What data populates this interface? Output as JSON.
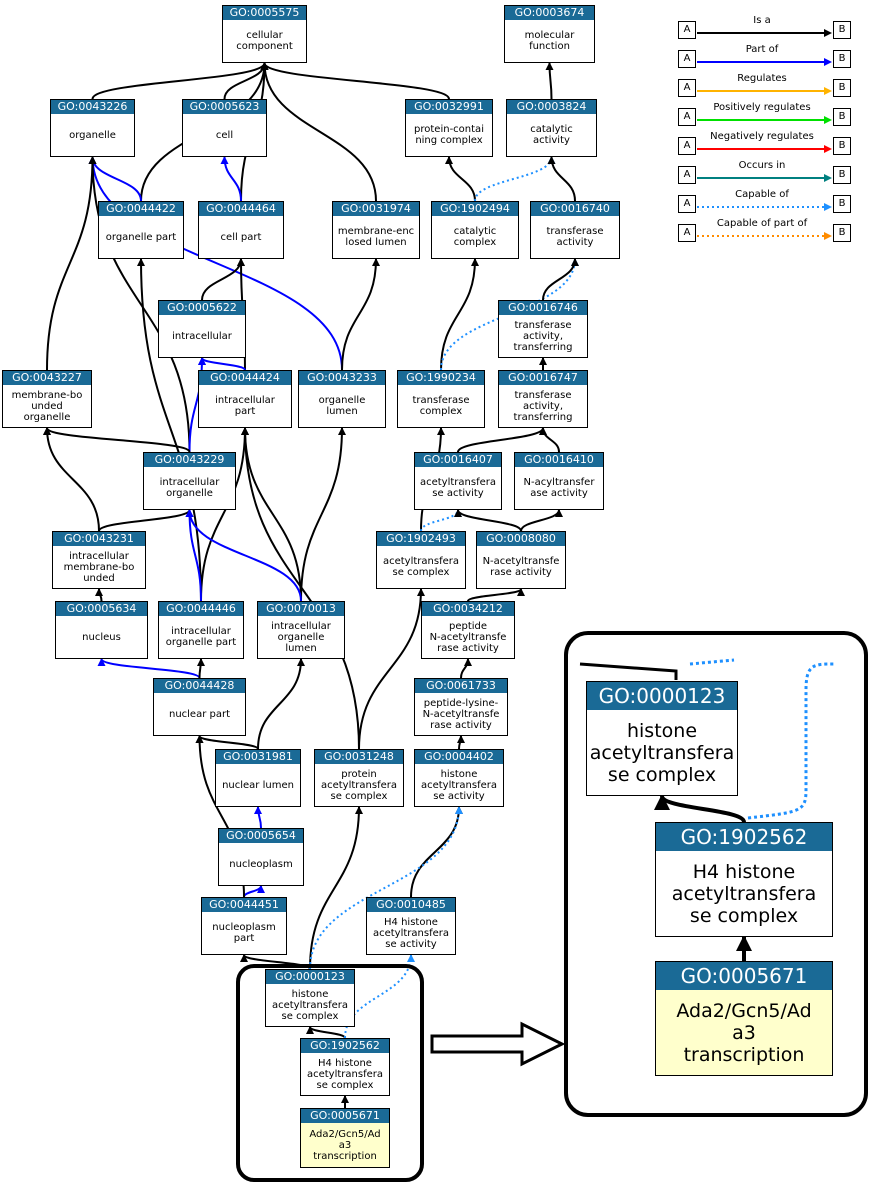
{
  "nodes": [
    {
      "key": "n5575",
      "id": "GO:0005575",
      "label": "cellular\ncomponent"
    },
    {
      "key": "n3674",
      "id": "GO:0003674",
      "label": "molecular\nfunction"
    },
    {
      "key": "n43226",
      "id": "GO:0043226",
      "label": "organelle"
    },
    {
      "key": "n5623",
      "id": "GO:0005623",
      "label": "cell"
    },
    {
      "key": "n32991",
      "id": "GO:0032991",
      "label": "protein-contai\nning complex"
    },
    {
      "key": "n3824",
      "id": "GO:0003824",
      "label": "catalytic\nactivity"
    },
    {
      "key": "n44422",
      "id": "GO:0044422",
      "label": "organelle part"
    },
    {
      "key": "n44464",
      "id": "GO:0044464",
      "label": "cell part"
    },
    {
      "key": "n31974",
      "id": "GO:0031974",
      "label": "membrane-enc\nlosed lumen"
    },
    {
      "key": "n1902494",
      "id": "GO:1902494",
      "label": "catalytic\ncomplex"
    },
    {
      "key": "n16740",
      "id": "GO:0016740",
      "label": "transferase\nactivity"
    },
    {
      "key": "n5622",
      "id": "GO:0005622",
      "label": "intracellular"
    },
    {
      "key": "n16746",
      "id": "GO:0016746",
      "label": "transferase\nactivity,\ntransferring"
    },
    {
      "key": "n43227",
      "id": "GO:0043227",
      "label": "membrane-bo\nunded\norganelle"
    },
    {
      "key": "n44424",
      "id": "GO:0044424",
      "label": "intracellular\npart"
    },
    {
      "key": "n43233",
      "id": "GO:0043233",
      "label": "organelle\nlumen"
    },
    {
      "key": "n1990234",
      "id": "GO:1990234",
      "label": "transferase\ncomplex"
    },
    {
      "key": "n16747",
      "id": "GO:0016747",
      "label": "transferase\nactivity,\ntransferring"
    },
    {
      "key": "n43229",
      "id": "GO:0043229",
      "label": "intracellular\norganelle"
    },
    {
      "key": "n16407",
      "id": "GO:0016407",
      "label": "acetyltransfera\nse activity"
    },
    {
      "key": "n16410",
      "id": "GO:0016410",
      "label": "N-acyltransfer\nase activity"
    },
    {
      "key": "n43231",
      "id": "GO:0043231",
      "label": "intracellular\nmembrane-bo\nunded"
    },
    {
      "key": "n1902493",
      "id": "GO:1902493",
      "label": "acetyltransfera\nse complex"
    },
    {
      "key": "n8080",
      "id": "GO:0008080",
      "label": "N-acetyltransfe\nrase activity"
    },
    {
      "key": "n5634",
      "id": "GO:0005634",
      "label": "nucleus"
    },
    {
      "key": "n44446",
      "id": "GO:0044446",
      "label": "intracellular\norganelle part"
    },
    {
      "key": "n70013",
      "id": "GO:0070013",
      "label": "intracellular\norganelle\nlumen"
    },
    {
      "key": "n34212",
      "id": "GO:0034212",
      "label": "peptide\nN-acetyltransfe\nrase activity"
    },
    {
      "key": "n44428",
      "id": "GO:0044428",
      "label": "nuclear part"
    },
    {
      "key": "n61733",
      "id": "GO:0061733",
      "label": "peptide-lysine-\nN-acetyltransfe\nrase activity"
    },
    {
      "key": "n31981",
      "id": "GO:0031981",
      "label": "nuclear lumen"
    },
    {
      "key": "n31248",
      "id": "GO:0031248",
      "label": "protein\nacetyltransfera\nse complex"
    },
    {
      "key": "n4402",
      "id": "GO:0004402",
      "label": "histone\nacetyltransfera\nse activity"
    },
    {
      "key": "n5654",
      "id": "GO:0005654",
      "label": "nucleoplasm"
    },
    {
      "key": "n44451",
      "id": "GO:0044451",
      "label": "nucleoplasm\npart"
    },
    {
      "key": "n10485",
      "id": "GO:0010485",
      "label": "H4 histone\nacetyltransfera\nse activity"
    },
    {
      "key": "n123",
      "id": "GO:0000123",
      "label": "histone\nacetyltransfera\nse complex"
    },
    {
      "key": "n1902562",
      "id": "GO:1902562",
      "label": "H4 histone\nacetyltransfera\nse complex"
    },
    {
      "key": "n5671",
      "id": "GO:0005671",
      "label": "Ada2/Gcn5/Ad\na3\ntranscription",
      "highlight": true
    },
    {
      "key": "z123",
      "id": "GO:0000123",
      "label": "histone\nacetyltransfera\nse complex"
    },
    {
      "key": "z1902562",
      "id": "GO:1902562",
      "label": "H4 histone\nacetyltransfera\nse complex"
    },
    {
      "key": "z5671",
      "id": "GO:0005671",
      "label": "Ada2/Gcn5/Ad\na3\ntranscription",
      "highlight": true
    }
  ],
  "legend": [
    {
      "label": "Is a",
      "color": "#000000",
      "style": "solid"
    },
    {
      "label": "Part of",
      "color": "#0000ff",
      "style": "solid"
    },
    {
      "label": "Regulates",
      "color": "#ffb300",
      "style": "solid"
    },
    {
      "label": "Positively regulates",
      "color": "#00e000",
      "style": "solid"
    },
    {
      "label": "Negatively regulates",
      "color": "#ff0000",
      "style": "solid"
    },
    {
      "label": "Occurs in",
      "color": "#008080",
      "style": "solid"
    },
    {
      "label": "Capable of",
      "color": "#1e90ff",
      "style": "dotted"
    },
    {
      "label": "Capable of part of",
      "color": "#ff8c00",
      "style": "dotted"
    }
  ],
  "legend_box_a": "A",
  "legend_box_b": "B",
  "colors": {
    "id_header": "#1a6a96",
    "is_a": "#000000",
    "part_of": "#0000ff",
    "capable_of": "#1e90ff",
    "highlight_fill": "#ffffcc"
  },
  "edges": [
    {
      "from": "n43226",
      "to": "n5575",
      "t": "is_a"
    },
    {
      "from": "n5623",
      "to": "n5575",
      "t": "is_a"
    },
    {
      "from": "n44422",
      "to": "n5575",
      "t": "is_a"
    },
    {
      "from": "n44464",
      "to": "n5575",
      "t": "is_a"
    },
    {
      "from": "n31974",
      "to": "n5575",
      "t": "is_a"
    },
    {
      "from": "n32991",
      "to": "n5575",
      "t": "is_a"
    },
    {
      "from": "n3824",
      "to": "n3674",
      "t": "is_a"
    },
    {
      "from": "n44422",
      "to": "n43226",
      "t": "part_of"
    },
    {
      "from": "n44464",
      "to": "n5623",
      "t": "part_of"
    },
    {
      "from": "n43233",
      "to": "n43226",
      "t": "part_of"
    },
    {
      "from": "n43227",
      "to": "n43226",
      "t": "is_a"
    },
    {
      "from": "n43229",
      "to": "n43226",
      "t": "is_a"
    },
    {
      "from": "n1902494",
      "to": "n32991",
      "t": "is_a"
    },
    {
      "from": "n1902494",
      "to": "n3824",
      "t": "capable_of"
    },
    {
      "from": "n16740",
      "to": "n3824",
      "t": "is_a"
    },
    {
      "from": "n5622",
      "to": "n44464",
      "t": "is_a"
    },
    {
      "from": "n44424",
      "to": "n44464",
      "t": "is_a"
    },
    {
      "from": "n44446",
      "to": "n44422",
      "t": "is_a"
    },
    {
      "from": "n43233",
      "to": "n31974",
      "t": "is_a"
    },
    {
      "from": "n1990234",
      "to": "n1902494",
      "t": "is_a"
    },
    {
      "from": "n1990234",
      "to": "n16740",
      "t": "capable_of"
    },
    {
      "from": "n16746",
      "to": "n16740",
      "t": "is_a"
    },
    {
      "from": "n16747",
      "to": "n16746",
      "t": "is_a"
    },
    {
      "from": "n44424",
      "to": "n5622",
      "t": "part_of"
    },
    {
      "from": "n43229",
      "to": "n5622",
      "t": "part_of"
    },
    {
      "from": "n43229",
      "to": "n43227",
      "t": "is_a"
    },
    {
      "from": "n43231",
      "to": "n43227",
      "t": "is_a"
    },
    {
      "from": "n44446",
      "to": "n44424",
      "t": "is_a"
    },
    {
      "from": "n70013",
      "to": "n44424",
      "t": "is_a"
    },
    {
      "from": "n31248",
      "to": "n44424",
      "t": "is_a"
    },
    {
      "from": "n70013",
      "to": "n43233",
      "t": "is_a"
    },
    {
      "from": "n1902493",
      "to": "n1990234",
      "t": "is_a"
    },
    {
      "from": "n16407",
      "to": "n16747",
      "t": "is_a"
    },
    {
      "from": "n16410",
      "to": "n16747",
      "t": "is_a"
    },
    {
      "from": "n43231",
      "to": "n43229",
      "t": "is_a"
    },
    {
      "from": "n44446",
      "to": "n43229",
      "t": "part_of"
    },
    {
      "from": "n70013",
      "to": "n43229",
      "t": "part_of"
    },
    {
      "from": "n1902493",
      "to": "n16407",
      "t": "capable_of"
    },
    {
      "from": "n8080",
      "to": "n16407",
      "t": "is_a"
    },
    {
      "from": "n8080",
      "to": "n16410",
      "t": "is_a"
    },
    {
      "from": "n5634",
      "to": "n43231",
      "t": "is_a"
    },
    {
      "from": "n44428",
      "to": "n5634",
      "t": "part_of"
    },
    {
      "from": "n44428",
      "to": "n44446",
      "t": "is_a"
    },
    {
      "from": "n31981",
      "to": "n70013",
      "t": "is_a"
    },
    {
      "from": "n34212",
      "to": "n8080",
      "t": "is_a"
    },
    {
      "from": "n61733",
      "to": "n34212",
      "t": "is_a"
    },
    {
      "from": "n31981",
      "to": "n44428",
      "t": "is_a"
    },
    {
      "from": "n31248",
      "to": "n1902493",
      "t": "is_a"
    },
    {
      "from": "n4402",
      "to": "n61733",
      "t": "is_a"
    },
    {
      "from": "n5654",
      "to": "n31981",
      "t": "part_of"
    },
    {
      "from": "n44451",
      "to": "n5654",
      "t": "part_of"
    },
    {
      "from": "n44451",
      "to": "n44428",
      "t": "is_a"
    },
    {
      "from": "n10485",
      "to": "n4402",
      "t": "is_a"
    },
    {
      "from": "n123",
      "to": "n44451",
      "t": "is_a"
    },
    {
      "from": "n123",
      "to": "n31248",
      "t": "is_a"
    },
    {
      "from": "n123",
      "to": "n4402",
      "t": "capable_of"
    },
    {
      "from": "n1902562",
      "to": "n123",
      "t": "is_a"
    },
    {
      "from": "n1902562",
      "to": "n10485",
      "t": "capable_of"
    },
    {
      "from": "n5671",
      "to": "n1902562",
      "t": "is_a"
    },
    {
      "from": "z1902562",
      "to": "z123",
      "t": "is_a"
    },
    {
      "from": "z5671",
      "to": "z1902562",
      "t": "is_a"
    }
  ]
}
